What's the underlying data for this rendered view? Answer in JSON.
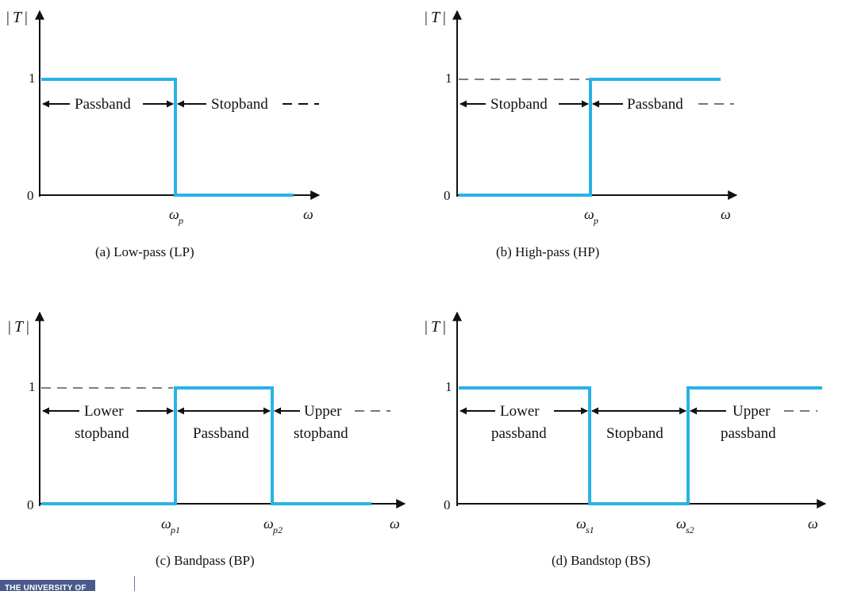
{
  "panels": {
    "a": {
      "y_axis_label": "T",
      "tick_1": "1",
      "tick_0": "0",
      "omega_label": "ω",
      "band_left": "Passband",
      "band_right": "Stopband",
      "edge_main": "ω",
      "edge_sub": "p",
      "caption": "(a) Low-pass (LP)"
    },
    "b": {
      "y_axis_label": "T",
      "tick_1": "1",
      "tick_0": "0",
      "omega_label": "ω",
      "band_left": "Stopband",
      "band_right": "Passband",
      "edge_main": "ω",
      "edge_sub": "p",
      "caption": "(b) High-pass (HP)"
    },
    "c": {
      "y_axis_label": "T",
      "tick_1": "1",
      "tick_0": "0",
      "omega_label": "ω",
      "band_lower_line1": "Lower",
      "band_lower_line2": "stopband",
      "band_mid": "Passband",
      "band_upper_line1": "Upper",
      "band_upper_line2": "stopband",
      "edge1_main": "ω",
      "edge1_sub": "p1",
      "edge2_main": "ω",
      "edge2_sub": "p2",
      "caption": "(c) Bandpass (BP)"
    },
    "d": {
      "y_axis_label": "T",
      "tick_1": "1",
      "tick_0": "0",
      "omega_label": "ω",
      "band_lower_line1": "Lower",
      "band_lower_line2": "passband",
      "band_mid": "Stopband",
      "band_upper_line1": "Upper",
      "band_upper_line2": "passband",
      "edge1_main": "ω",
      "edge1_sub": "s1",
      "edge2_main": "ω",
      "edge2_sub": "s2",
      "caption": "(d) Bandstop (BS)"
    }
  },
  "footer": {
    "logo_text": "THE UNIVERSITY OF"
  },
  "colors": {
    "response": "#29b2e6",
    "axis": "#111111",
    "dashed": "#555555"
  }
}
